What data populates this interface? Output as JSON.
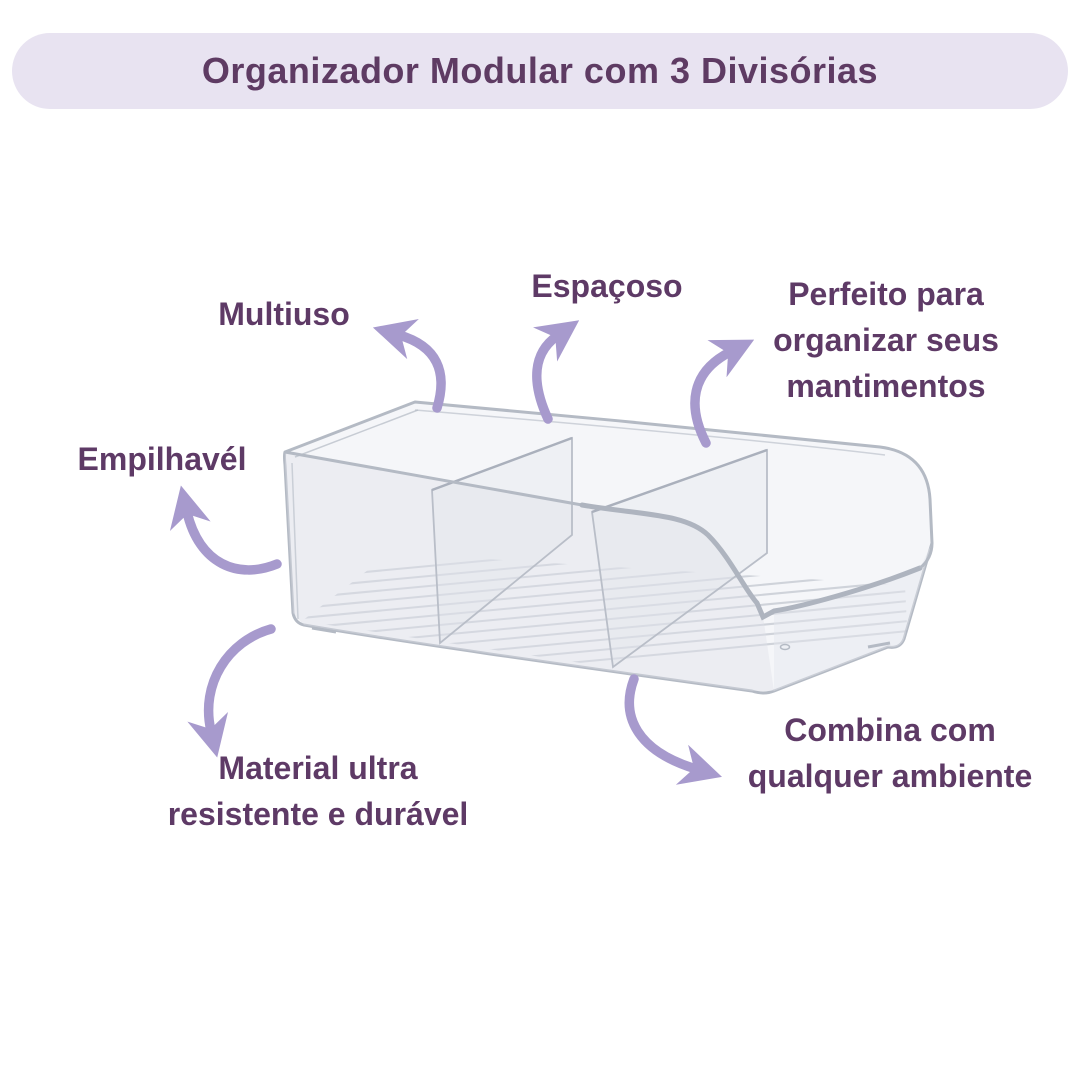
{
  "header": {
    "title": "Organizador Modular com 3 Divisórias"
  },
  "callouts": [
    {
      "id": "multiuso",
      "lines": [
        "Multiuso"
      ]
    },
    {
      "id": "espacoso",
      "lines": [
        "Espaçoso"
      ]
    },
    {
      "id": "perfeito",
      "lines": [
        "Perfeito para",
        "organizar seus",
        "mantimentos"
      ]
    },
    {
      "id": "empilhavel",
      "lines": [
        "Empilhavél"
      ]
    },
    {
      "id": "material",
      "lines": [
        "Material ultra",
        "resistente e durável"
      ]
    },
    {
      "id": "combina",
      "lines": [
        "Combina com",
        "qualquer ambiente"
      ]
    }
  ],
  "product": {
    "semantic_name": "transparent-modular-organizer-bin",
    "compartments": 3
  },
  "colors": {
    "background": "#FFFFFF",
    "banner_bg": "#E8E3F1",
    "title_text": "#5E3B63",
    "label_text": "#5E3A66",
    "arrow": "#A79ACD",
    "product_line": "#B4BAC4"
  }
}
